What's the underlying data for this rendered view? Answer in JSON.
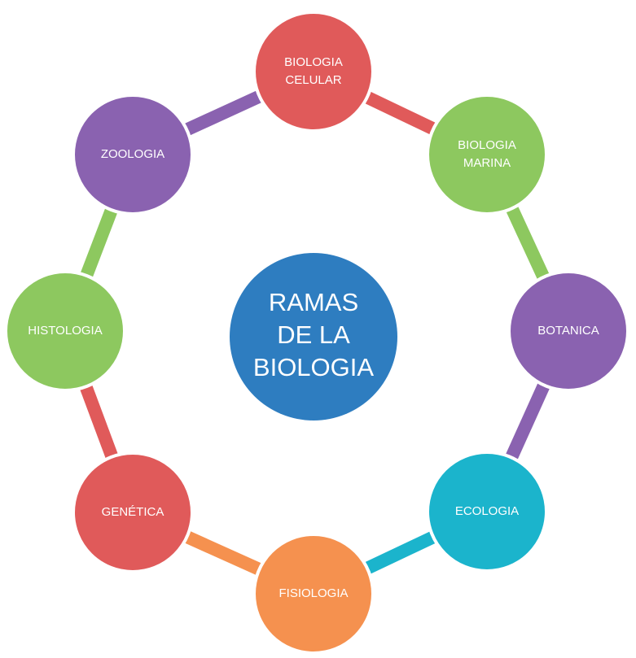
{
  "center": {
    "lines": [
      "RAMAS",
      "DE LA",
      "BIOLOGIA"
    ],
    "color": "#2e7dc0"
  },
  "nodes": [
    {
      "id": "biologia-celular",
      "lines": [
        "BIOLOGIA",
        "CELULAR"
      ],
      "color": "#e05a5a",
      "connector_color": "#e05a5a"
    },
    {
      "id": "biologia-marina",
      "lines": [
        "BIOLOGIA",
        "MARINA"
      ],
      "color": "#8dc85f",
      "connector_color": "#8dc85f"
    },
    {
      "id": "botanica",
      "lines": [
        "BOTANICA"
      ],
      "color": "#8a62b0",
      "connector_color": "#8a62b0"
    },
    {
      "id": "ecologia",
      "lines": [
        "ECOLOGIA"
      ],
      "color": "#1bb4cc",
      "connector_color": "#1bb4cc"
    },
    {
      "id": "fisiologia",
      "lines": [
        "FISIOLOGIA"
      ],
      "color": "#f5914f",
      "connector_color": "#f5914f"
    },
    {
      "id": "genetica",
      "lines": [
        "GENÉTICA"
      ],
      "color": "#e05a5a",
      "connector_color": "#e05a5a"
    },
    {
      "id": "histologia",
      "lines": [
        "HISTOLOGIA"
      ],
      "color": "#8dc85f",
      "connector_color": "#8dc85f"
    },
    {
      "id": "zoologia",
      "lines": [
        "ZOOLOGIA"
      ],
      "color": "#8a62b0",
      "connector_color": "#8a62b0"
    }
  ]
}
